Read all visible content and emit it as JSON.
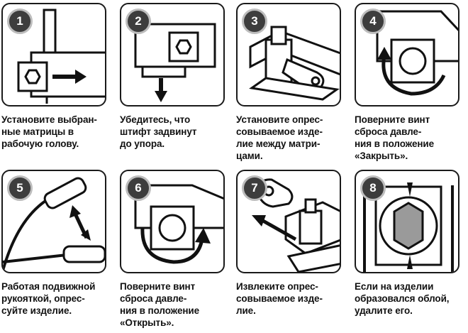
{
  "steps": [
    {
      "number": "1",
      "caption": "Установите выбран-\nные матрицы в\nрабочую голову."
    },
    {
      "number": "2",
      "caption": "Убедитесь, что\nштифт задвинут\nдо упора."
    },
    {
      "number": "3",
      "caption": "Установите опрес-\nсовываемое изде-\nлие между матри-\nцами."
    },
    {
      "number": "4",
      "caption": "Поверните винт\nсброса давле-\nния в положение\n«Закрыть»."
    },
    {
      "number": "5",
      "caption": "Работая подвижной\nрукояткой, опрес-\nсуйте изделие."
    },
    {
      "number": "6",
      "caption": "Поверните винт\nсброса давле-\nния в положение\n«Открыть»."
    },
    {
      "number": "7",
      "caption": "Извлеките опрес-\nсовываемое изде-\nлие."
    },
    {
      "number": "8",
      "caption": "Если на изделии\nобразовался облой,\nудалите его."
    }
  ],
  "icons": [
    "arrow-right-icon",
    "arrow-down-icon",
    "rotate-clockwise-icon",
    "double-arrow-icon",
    "rotate-counterclockwise-icon",
    "arrow-out-icon",
    "hexagon-icon"
  ]
}
